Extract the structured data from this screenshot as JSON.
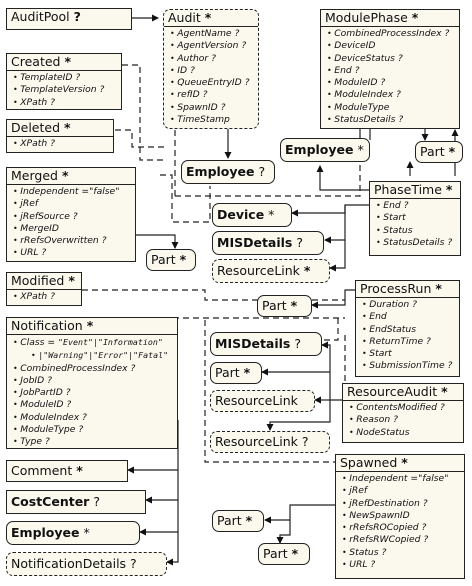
{
  "nodes": {
    "audit_pool": {
      "label": "AuditPool",
      "suffix": "?"
    },
    "audit": {
      "label": "Audit",
      "suffix": "*",
      "attrs": [
        "AgentName ?",
        "AgentVersion ?",
        "Author ?",
        "ID ?",
        "QueueEntryID ?",
        "refID ?",
        "SpawnID ?",
        "TimeStamp"
      ]
    },
    "module_phase": {
      "label": "ModulePhase",
      "suffix": "*",
      "attrs": [
        "CombinedProcessIndex ?",
        "DeviceID",
        "DeviceStatus ?",
        "End ?",
        "ModuleID ?",
        "ModuleIndex ?",
        "ModuleType",
        "StatusDetails ?"
      ]
    },
    "created": {
      "label": "Created",
      "suffix": "*",
      "attrs": [
        "TemplateID ?",
        "TemplateVersion ?",
        "XPath ?"
      ]
    },
    "deleted": {
      "label": "Deleted",
      "suffix": "*",
      "attrs": [
        "XPath ?"
      ]
    },
    "merged": {
      "label": "Merged",
      "suffix": "*",
      "attrs": [
        "Independent =\"false\"",
        "jRef",
        "jRefSource ?",
        "MergeID",
        "rRefsOverwritten ?",
        "URL ?"
      ]
    },
    "employee_audit": {
      "label": "Employee",
      "suffix": "?"
    },
    "employee_module": {
      "label": "Employee",
      "suffix": "*"
    },
    "part_module": {
      "label": "Part",
      "suffix": "*"
    },
    "phase_time": {
      "label": "PhaseTime",
      "suffix": "*",
      "attrs": [
        "End ?",
        "Start",
        "Status",
        "StatusDetails ?"
      ]
    },
    "device": {
      "label": "Device",
      "suffix": "*"
    },
    "mis_details_phase": {
      "label": "MISDetails",
      "suffix": "?"
    },
    "resource_link_phase": {
      "label": "ResourceLink",
      "suffix": "*"
    },
    "part_merged": {
      "label": "Part",
      "suffix": "*"
    },
    "modified": {
      "label": "Modified",
      "suffix": "*",
      "attrs": [
        "XPath ?"
      ]
    },
    "process_run": {
      "label": "ProcessRun",
      "suffix": "*",
      "attrs": [
        "Duration ?",
        "End",
        "EndStatus",
        "ReturnTime ?",
        "Start",
        "SubmissionTime ?"
      ]
    },
    "part_process": {
      "label": "Part",
      "suffix": "*"
    },
    "notification": {
      "label": "Notification",
      "suffix": "*",
      "class_attr": {
        "name": "Class =",
        "values_line1": "\"Event\"|\"Information\"",
        "values_line2": "|\"Warning\"|\"Error\"|\"Fatal\""
      },
      "attrs": [
        "CombinedProcessIndex ?",
        "JobID ?",
        "JobPartID ?",
        "ModuleID ?",
        "ModuleIndex ?",
        "ModuleType ?",
        "Type ?"
      ]
    },
    "mis_details_res": {
      "label": "MISDetails",
      "suffix": "?"
    },
    "part_res": {
      "label": "Part",
      "suffix": "*"
    },
    "resource_link_res": {
      "label": "ResourceLink",
      "suffix": ""
    },
    "resource_link_res2": {
      "label": "ResourceLink",
      "suffix": "?"
    },
    "resource_audit": {
      "label": "ResourceAudit",
      "suffix": "*",
      "attrs": [
        "ContentsModified ?",
        "Reason ?",
        "NodeStatus"
      ]
    },
    "comment": {
      "label": "Comment",
      "suffix": "*"
    },
    "cost_center": {
      "label": "CostCenter",
      "suffix": "?"
    },
    "employee_notif": {
      "label": "Employee",
      "suffix": "*"
    },
    "notification_details": {
      "label": "NotificationDetails",
      "suffix": "?"
    },
    "spawned": {
      "label": "Spawned",
      "suffix": "*",
      "attrs": [
        "Independent =\"false\"",
        "jRef",
        "jRefDestination ?",
        "NewSpawnID",
        "rRefsROCopied ?",
        "rRefsRWCopied ?",
        "Status ?",
        "URL ?"
      ]
    },
    "part_spawn_a": {
      "label": "Part",
      "suffix": "*"
    },
    "part_spawn_b": {
      "label": "Part",
      "suffix": "*"
    }
  }
}
